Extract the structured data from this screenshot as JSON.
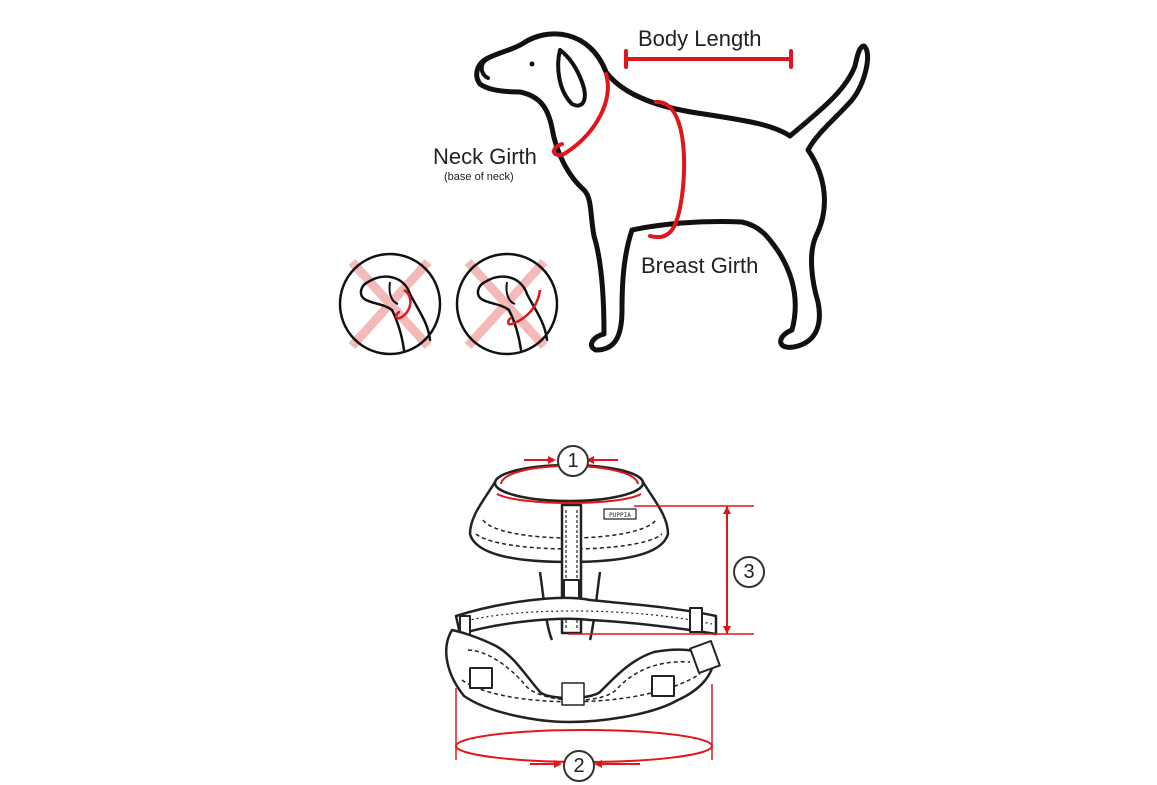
{
  "labels": {
    "body_length": "Body Length",
    "neck_girth": "Neck Girth",
    "neck_girth_note": "(base of neck)",
    "breast_girth": "Breast Girth"
  },
  "harness": {
    "markers": [
      "1",
      "2",
      "3"
    ],
    "tag_text": "PUPPIA"
  },
  "colors": {
    "measure_line": "#e0161c",
    "outline": "#111111",
    "wrong_mark": "#f4b9b9"
  }
}
